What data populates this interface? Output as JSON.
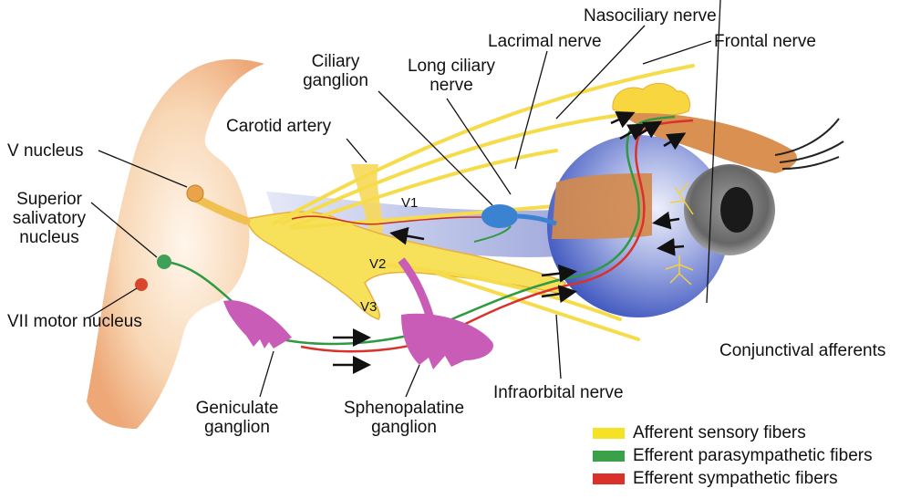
{
  "title": "Trigeminal and autonomic innervation of the eye",
  "labels": {
    "nasociliary_nerve": "Nasociliary nerve",
    "lacrimal_nerve": "Lacrimal nerve",
    "frontal_nerve": "Frontal nerve",
    "ciliary_ganglion_1": "Ciliary",
    "ciliary_ganglion_2": "ganglion",
    "long_ciliary_nerve_1": "Long ciliary",
    "long_ciliary_nerve_2": "nerve",
    "carotid_artery": "Carotid artery",
    "v_nucleus": "V nucleus",
    "superior_salivatory_1": "Superior",
    "superior_salivatory_2": "salivatory",
    "superior_salivatory_3": "nucleus",
    "vii_motor_nucleus": "VII motor nucleus",
    "v1": "V1",
    "v2": "V2",
    "v3": "V3",
    "geniculate_1": "Geniculate",
    "geniculate_2": "ganglion",
    "sphenopalatine_1": "Sphenopalatine",
    "sphenopalatine_2": "ganglion",
    "infraorbital_nerve": "Infraorbital nerve",
    "conjunctival_afferents": "Conjunctival afferents"
  },
  "legend": [
    {
      "label": "Afferent sensory fibers",
      "color": "#f5e225"
    },
    {
      "label": "Efferent parasympathetic fibers",
      "color": "#3aa04a"
    },
    {
      "label": "Efferent sympathetic fibers",
      "color": "#d8322a"
    }
  ],
  "colors": {
    "brainstem": "#f3c49a",
    "nerve_yellow": "#f7dc4a",
    "nerve_orange": "#e8a63a",
    "eye_blue": "#4d63c4",
    "muscle": "#d08a50",
    "ganglion_blue": "#3f7fd0",
    "ganglion_pink": "#c94fb0",
    "artery_blue": "#b9c0e8"
  }
}
